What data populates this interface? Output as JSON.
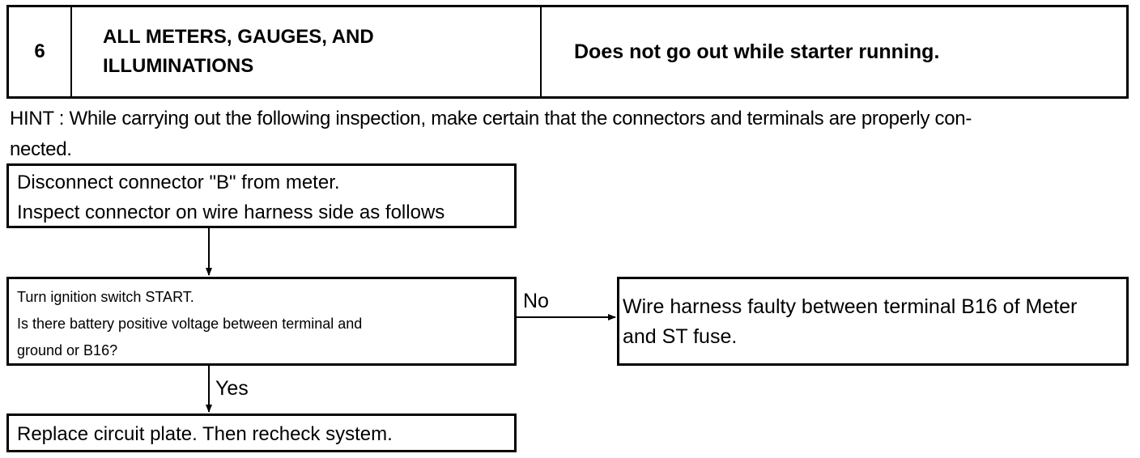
{
  "header": {
    "step_number": "6",
    "title_line1": "ALL METERS, GAUGES, AND",
    "title_line2": "ILLUMINATIONS",
    "symptom": "Does not go out while starter running."
  },
  "hint": {
    "line1": "HINT : While carrying out the following inspection, make certain that the connectors and terminals are properly con-",
    "line2": "nected."
  },
  "steps": {
    "disconnect": {
      "line1": "Disconnect connector \"B\" from meter.",
      "line2": "Inspect connector on wire harness side as follows"
    },
    "check": {
      "line1": "Turn ignition switch START.",
      "line2": "Is there battery positive voltage between terminal and",
      "line3": "ground or B16?"
    },
    "fault": {
      "line1": "Wire harness faulty between terminal B16 of Meter",
      "line2": "and ST fuse."
    },
    "replace": {
      "line1": "Replace circuit plate. Then recheck system."
    }
  },
  "labels": {
    "no": "No",
    "yes": "Yes"
  }
}
